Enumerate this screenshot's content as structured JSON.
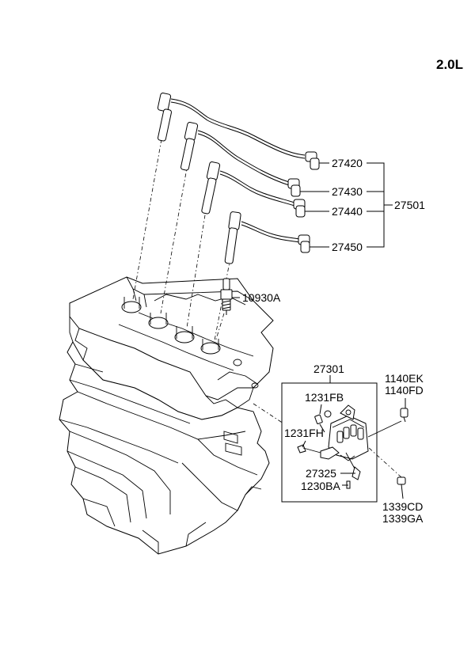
{
  "engine_label": "2.0L",
  "parts": {
    "wire_1": "27420",
    "wire_2": "27430",
    "wire_3": "27440",
    "wire_4": "27450",
    "wire_set": "27501",
    "spark_plug": "10930A",
    "ignition_coil_assy": "27301",
    "bolt_a": "1231FB",
    "bolt_b": "1231FH",
    "bolt_c1": "1140EK",
    "bolt_c2": "1140FD",
    "clip": "27325",
    "screw": "1230BA",
    "nut_1": "1339CD",
    "nut_2": "1339GA"
  }
}
